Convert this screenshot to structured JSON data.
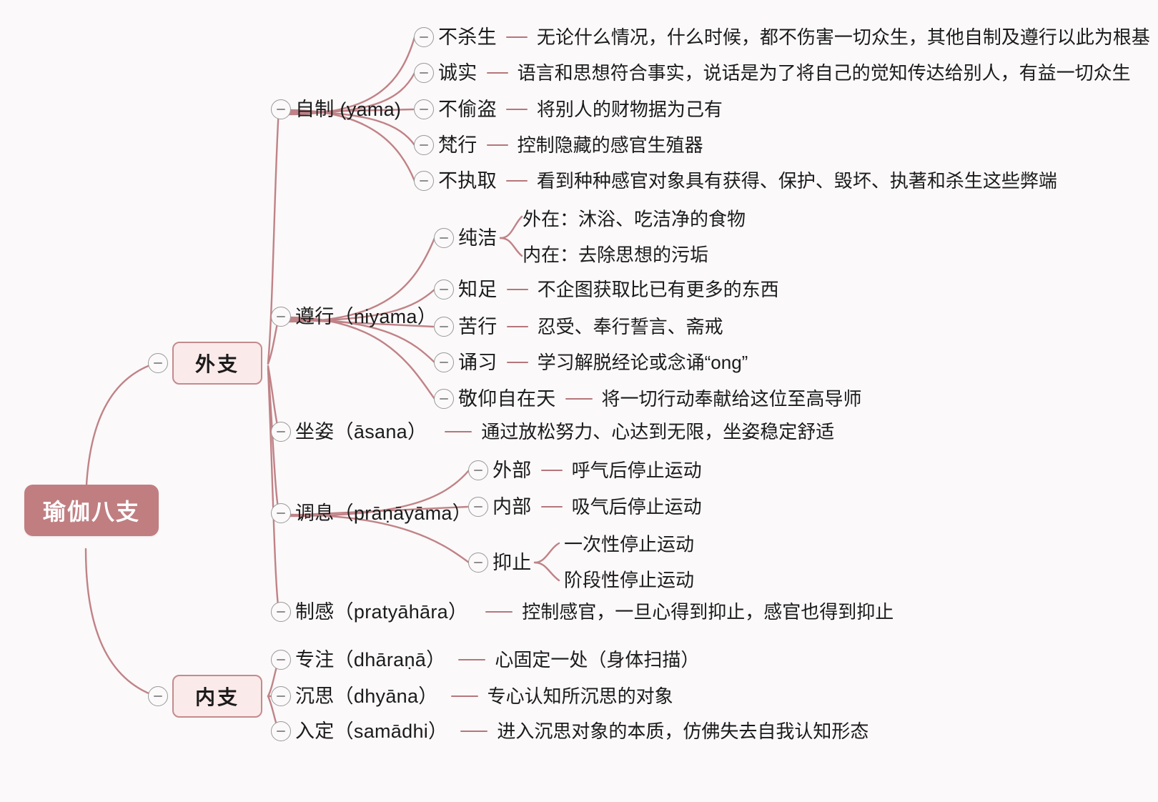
{
  "map": {
    "root": {
      "label": "瑜伽八支"
    },
    "branches": [
      {
        "label": "外支"
      },
      {
        "label": "内支"
      }
    ],
    "limbs": {
      "yama": {
        "label": "自制（yama)",
        "label_plain": "自制 (yama)"
      },
      "niyama": {
        "label": "遵行（niyama)",
        "label_plain": "遵行（niyama）"
      },
      "asana": {
        "label": "坐姿（āsana）",
        "desc": "通过放松努力、心达到无限，坐姿稳定舒适"
      },
      "pranayama": {
        "label": "调息（prāṇāyāma）"
      },
      "pratyahara": {
        "label": "制感（pratyāhāra）",
        "desc": "控制感官，一旦心得到抑止，感官也得到抑止"
      },
      "dharana": {
        "label": "专注（dhāraṇā）",
        "desc": "心固定一处（身体扫描）"
      },
      "dhyana": {
        "label": "沉思（dhyāna）",
        "desc": "专心认知所沉思的对象"
      },
      "samadhi": {
        "label": "入定（samādhi）",
        "desc": "进入沉思对象的本质，仿佛失去自我认知形态"
      }
    },
    "yama_items": [
      {
        "label": "不杀生",
        "desc": "无论什么情况，什么时候，都不伤害一切众生，其他自制及遵行以此为根基"
      },
      {
        "label": "诚实",
        "desc": "语言和思想符合事实，说话是为了将自己的觉知传达给别人，有益一切众生"
      },
      {
        "label": "不偷盗",
        "desc": "将别人的财物据为己有"
      },
      {
        "label": "梵行",
        "desc": "控制隐藏的感官生殖器"
      },
      {
        "label": "不执取",
        "desc": "看到种种感官对象具有获得、保护、毁坏、执著和杀生这些弊端"
      }
    ],
    "niyama_items": [
      {
        "label": "纯洁",
        "children": [
          "外在：沐浴、吃洁净的食物",
          "内在：去除思想的污垢"
        ]
      },
      {
        "label": "知足",
        "desc": "不企图获取比已有更多的东西"
      },
      {
        "label": "苦行",
        "desc": "忍受、奉行誓言、斋戒"
      },
      {
        "label": "诵习",
        "desc": "学习解脱经论或念诵“ong”"
      },
      {
        "label": "敬仰自在天",
        "desc": "将一切行动奉献给这位至高导师"
      }
    ],
    "pranayama_items": [
      {
        "label": "外部",
        "desc": "呼气后停止运动"
      },
      {
        "label": "内部",
        "desc": "吸气后停止运动"
      },
      {
        "label": "抑止",
        "children": [
          "一次性停止运动",
          "阶段性停止运动"
        ]
      }
    ],
    "colors": {
      "background": "#fbf9f9",
      "root_fill": "#c07e81",
      "root_text": "#ffffff",
      "branch_fill": "#fbeaea",
      "branch_border": "#c48b8d",
      "wire": "#c08287",
      "dash": "#b5767c",
      "text": "#1b1b1b",
      "toggle_border": "#9a9a9a"
    }
  }
}
